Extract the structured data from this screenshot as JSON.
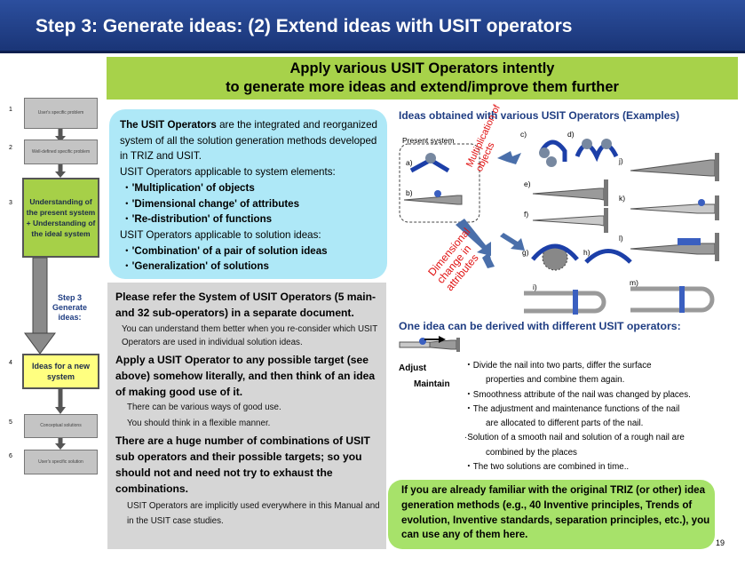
{
  "title": "Step 3: Generate ideas:  (2) Extend ideas with USIT operators",
  "banner": {
    "line1": "Apply various USIT Operators intently",
    "line2": "to generate more ideas and extend/improve them further"
  },
  "flow": {
    "steps": [
      {
        "num": "1",
        "label": "User's specific problem"
      },
      {
        "num": "2",
        "label": "Well-defined specific problem"
      },
      {
        "num": "3",
        "label": "Understanding of the present system + Understanding of the ideal system"
      },
      {
        "num": "4",
        "label": "Ideas for a new system"
      },
      {
        "num": "5",
        "label": "Conceptual solutions"
      },
      {
        "num": "6",
        "label": "User's specific solution"
      }
    ],
    "step3_label": "Step 3 Generate ideas:"
  },
  "cyan": {
    "intro_bold": "The USIT Operators",
    "intro_rest": " are the integrated and reorganized system of all the solution generation methods developed in TRIZ and USIT.",
    "sys_heading": "USIT Operators applicable to system elements:",
    "sys_items": [
      "'Multiplication' of objects",
      "'Dimensional change' of attributes",
      "'Re-distribution' of functions"
    ],
    "sol_heading": "USIT Operators applicable to solution ideas:",
    "sol_items": [
      "'Combination' of a pair of solution ideas",
      "'Generalization' of solutions"
    ]
  },
  "gray": {
    "p1": "Please refer the System of USIT Operators (5 main- and 32 sub-operators)  in a separate document.",
    "p2": "You can understand them better when you re-consider which USIT Operators are used in individual solution ideas.",
    "p3": "Apply a USIT Operator to any possible target (see above) somehow literally, and then think of an idea of making good use of it.",
    "p4a": "There can be various ways of good use.",
    "p4b": "You should think in a flexible manner.",
    "p5": "There are a huge number of combinations of USIT sub operators and their possible targets; so you should not and need not try to exhaust the combinations.",
    "p6": "USIT Operators are implicitly used everywhere in this Manual and in the USIT case studies."
  },
  "examples": {
    "heading": "Ideas obtained with various USIT Operators  (Examples)",
    "present_system": "Present system",
    "multiplication_label": "Multiplication of objects",
    "dimensional_label": "Dimensional change in attributes",
    "item_labels": [
      "a)",
      "b)",
      "c)",
      "d)",
      "e)",
      "f)",
      "g)",
      "h)",
      "i)",
      "j)",
      "k)",
      "l)",
      "m)"
    ]
  },
  "derived": {
    "heading": "One idea can be derived with different USIT operators:",
    "adjust": "Adjust",
    "maintain": "Maintain",
    "bullets": [
      "・Divide the nail into two parts, differ the surface",
      "properties and combine them again.",
      "・Smoothness attribute of the nail was changed by places.",
      "・The adjustment and maintenance functions of the nail",
      "are allocated to different parts of the nail.",
      "·Solution of a smooth nail and solution of a rough nail are",
      "combined by the places",
      "・The two solutions are combined in time.."
    ]
  },
  "bottom_note": "If you are already familiar with the original TRIZ (or other) idea generation methods (e.g., 40 Inventive principles, Trends of evolution, Inventive standards, separation principles, etc.), you can use any of them here.",
  "page_number": "19",
  "colors": {
    "title_bg": "#1a3577",
    "banner_bg": "#a7d24a",
    "cyan_bg": "#aee8f7",
    "gray_bg": "#d6d6d6",
    "accent_blue": "#1f3d82",
    "red_label": "#e01010",
    "bottom_bg": "#a7e26a"
  }
}
